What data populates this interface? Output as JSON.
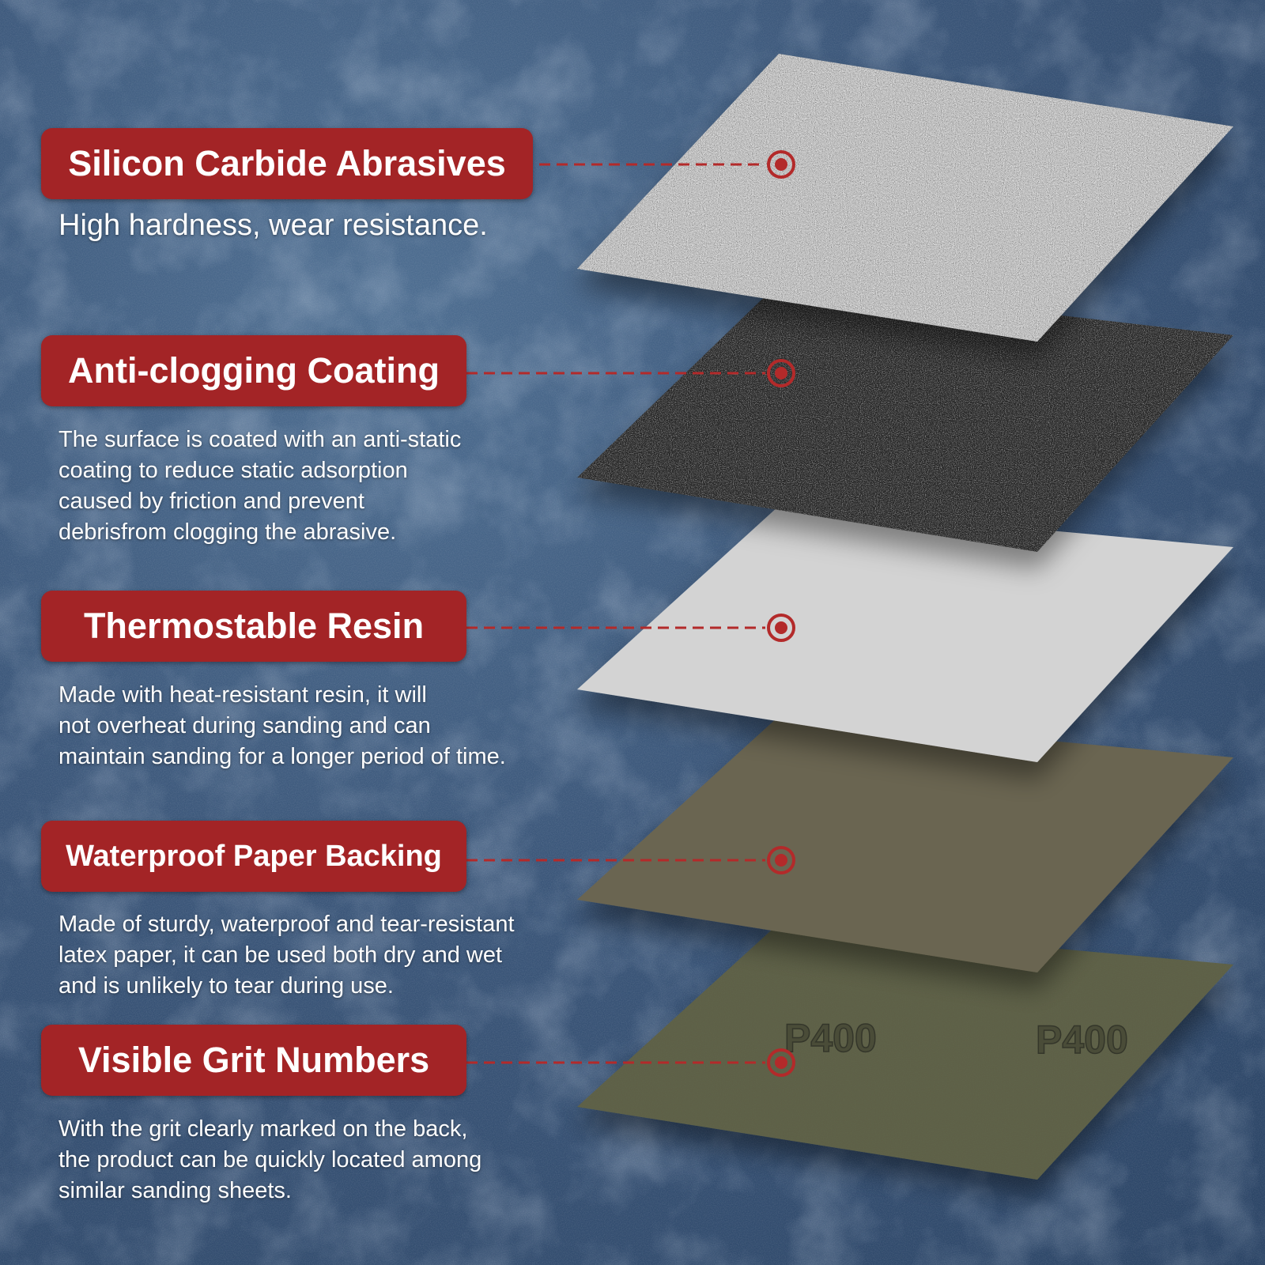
{
  "colors": {
    "accent": "#a32426",
    "background": "#3b5679",
    "text": "#ffffff"
  },
  "layers": [
    {
      "title": "Silicon Carbide Abrasives",
      "description": "High hardness, wear resistance."
    },
    {
      "title": "Anti-clogging Coating",
      "description": "The surface is coated with an anti-static\ncoating to reduce static adsorption\ncaused by friction and prevent\ndebrisfrom clogging the abrasive."
    },
    {
      "title": "Thermostable Resin",
      "description": "Made with heat-resistant resin, it will\nnot overheat during sanding and can\nmaintain sanding for a longer period of time."
    },
    {
      "title": "Waterproof Paper Backing",
      "description": "Made of sturdy, waterproof and tear-resistant\nlatex paper, it can be used both dry and wet\nand is unlikely to tear during use."
    },
    {
      "title": "Visible Grit Numbers",
      "description": "With the grit clearly marked on the back,\nthe product can be quickly located among\nsimilar sanding sheets."
    }
  ],
  "grit_marks": [
    "P400",
    "P400"
  ]
}
